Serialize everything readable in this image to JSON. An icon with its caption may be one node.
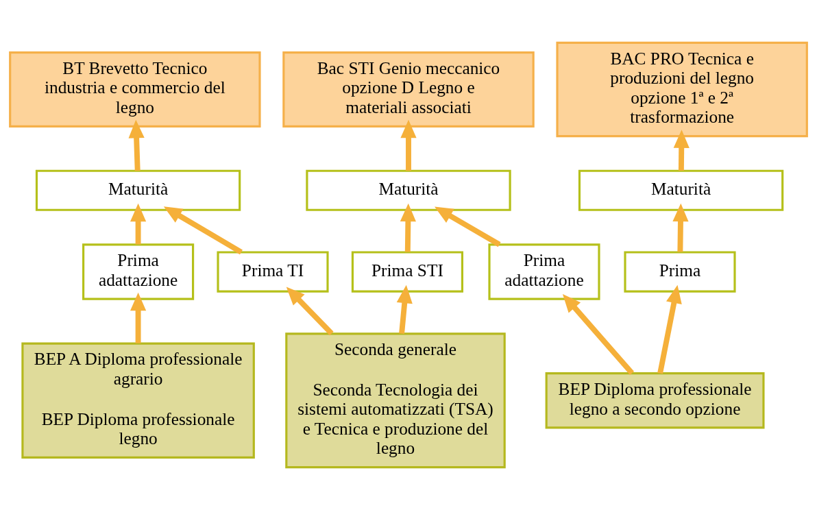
{
  "diagram": {
    "nodes": [
      {
        "text": [
          "BT Brevetto Tecnico industria e commercio del legno"
        ]
      },
      {
        "text": [
          "Bac STI Genio meccanico opzione D Legno e materiali associati"
        ]
      },
      {
        "text": [
          "BAC PRO Tecnica e produzioni del legno opzione 1ª e 2ª trasformazione"
        ]
      },
      {
        "text": [
          "Maturità"
        ]
      },
      {
        "text": [
          "Maturità"
        ]
      },
      {
        "text": [
          "Maturità"
        ]
      },
      {
        "text": [
          "Prima adattazione"
        ]
      },
      {
        "text": [
          "Prima TI"
        ]
      },
      {
        "text": [
          "Prima STI"
        ]
      },
      {
        "text": [
          "Prima adattazione"
        ]
      },
      {
        "text": [
          "Prima"
        ]
      },
      {
        "text": [
          "BEP A Diploma professionale agrario",
          "BEP Diploma professionale legno"
        ]
      },
      {
        "text": [
          "Seconda generale",
          "Seconda Tecnologia dei sistemi automatizzati (TSA) e Tecnica e produzione del legno"
        ]
      },
      {
        "text": [
          "BEP Diploma professionale legno a secondo opzione"
        ]
      }
    ],
    "edges": [
      {
        "from": 3,
        "to": 0,
        "arrow": "to"
      },
      {
        "from": 4,
        "to": 1,
        "arrow": "to"
      },
      {
        "from": 5,
        "to": 2,
        "arrow": "to"
      },
      {
        "from": 6,
        "to": 3,
        "arrow": "to"
      },
      {
        "from": 7,
        "to": 3,
        "arrow": "to"
      },
      {
        "from": 8,
        "to": 4,
        "arrow": "to"
      },
      {
        "from": 9,
        "to": 4,
        "arrow": "to"
      },
      {
        "from": 10,
        "to": 5,
        "arrow": "to"
      },
      {
        "from": 11,
        "to": 6,
        "arrow": "to"
      },
      {
        "from": 12,
        "to": 7,
        "arrow": "to"
      },
      {
        "from": 12,
        "to": 8,
        "arrow": "to"
      },
      {
        "from": 13,
        "to": 9,
        "arrow": "to"
      },
      {
        "from": 13,
        "to": 10,
        "arrow": "to"
      }
    ]
  }
}
